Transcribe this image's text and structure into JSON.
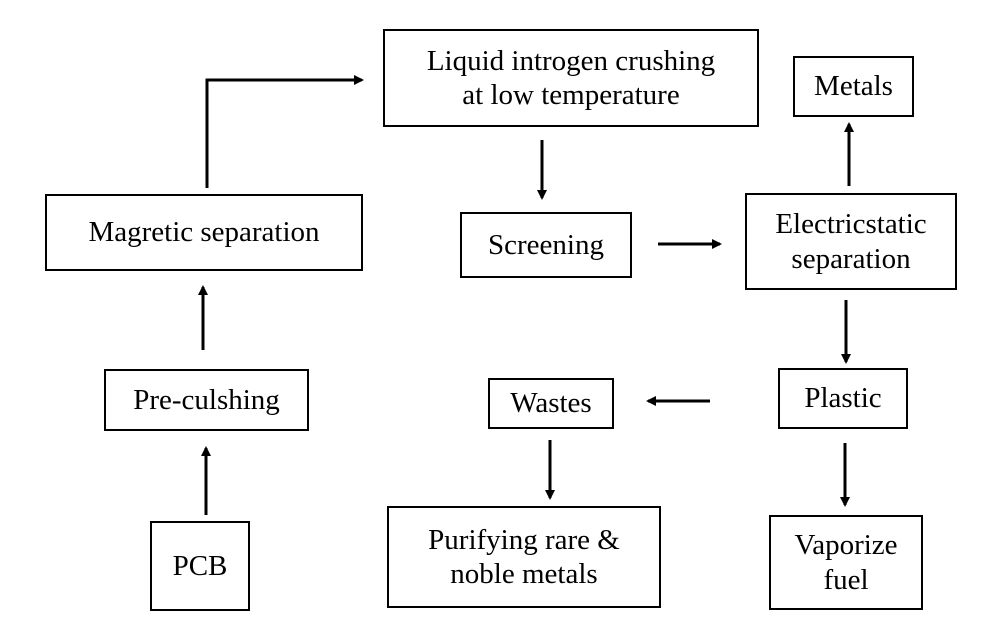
{
  "nodes": {
    "pcb": {
      "label": "PCB"
    },
    "pre_crushing": {
      "label": "Pre-culshing"
    },
    "magnetic_separation": {
      "label": "Magretic separation"
    },
    "liquid_nitrogen": {
      "line1": "Liquid introgen crushing",
      "line2": "at low temperature"
    },
    "screening": {
      "label": "Screening"
    },
    "electrostatic": {
      "line1": "Electricstatic",
      "line2": "separation"
    },
    "metals": {
      "label": "Metals"
    },
    "plastic": {
      "label": "Plastic"
    },
    "wastes": {
      "label": "Wastes"
    },
    "purifying": {
      "line1": "Purifying rare &",
      "line2": "noble metals"
    },
    "vaporize": {
      "line1": "Vaporize",
      "line2": "fuel"
    }
  },
  "edges": [
    {
      "from": "PCB",
      "to": "Pre-culshing"
    },
    {
      "from": "Pre-culshing",
      "to": "Magretic separation"
    },
    {
      "from": "Magretic separation",
      "to": "Liquid introgen crushing at low temperature"
    },
    {
      "from": "Liquid introgen crushing at low temperature",
      "to": "Screening"
    },
    {
      "from": "Screening",
      "to": "Electricstatic separation"
    },
    {
      "from": "Electricstatic separation",
      "to": "Metals"
    },
    {
      "from": "Electricstatic separation",
      "to": "Plastic"
    },
    {
      "from": "Plastic",
      "to": "Wastes"
    },
    {
      "from": "Plastic",
      "to": "Vaporize fuel"
    },
    {
      "from": "Wastes",
      "to": "Purifying rare & noble metals"
    }
  ]
}
